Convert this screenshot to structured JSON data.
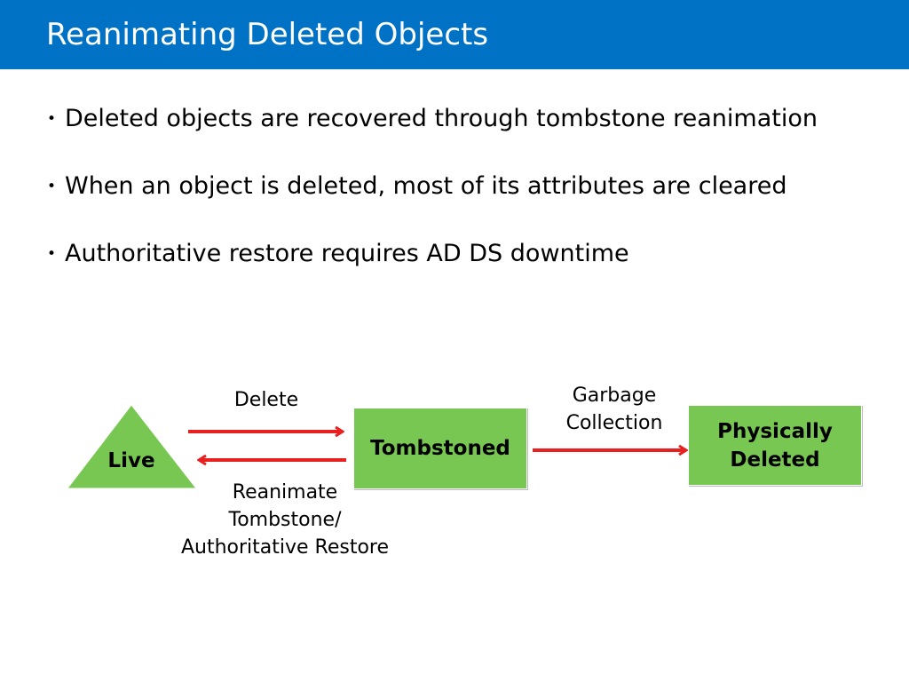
{
  "slide": {
    "title": "Reanimating Deleted Objects",
    "bullets": [
      "Deleted objects are recovered through tombstone reanimation",
      "When an object is deleted, most of its attributes are cleared",
      "Authoritative restore requires AD DS downtime"
    ]
  },
  "diagram": {
    "states": {
      "live": "Live",
      "tombstoned": "Tombstoned",
      "physically_deleted": "Physically Deleted"
    },
    "transitions": {
      "delete": "Delete",
      "reanimate_line1": "Reanimate",
      "reanimate_line2": "Tombstone/",
      "reanimate_line3": "Authoritative Restore",
      "garbage_line1": "Garbage",
      "garbage_line2": "Collection"
    }
  },
  "colors": {
    "title_bar": "#0072c6",
    "state_fill": "#79c753",
    "arrow": "#e8201f"
  }
}
